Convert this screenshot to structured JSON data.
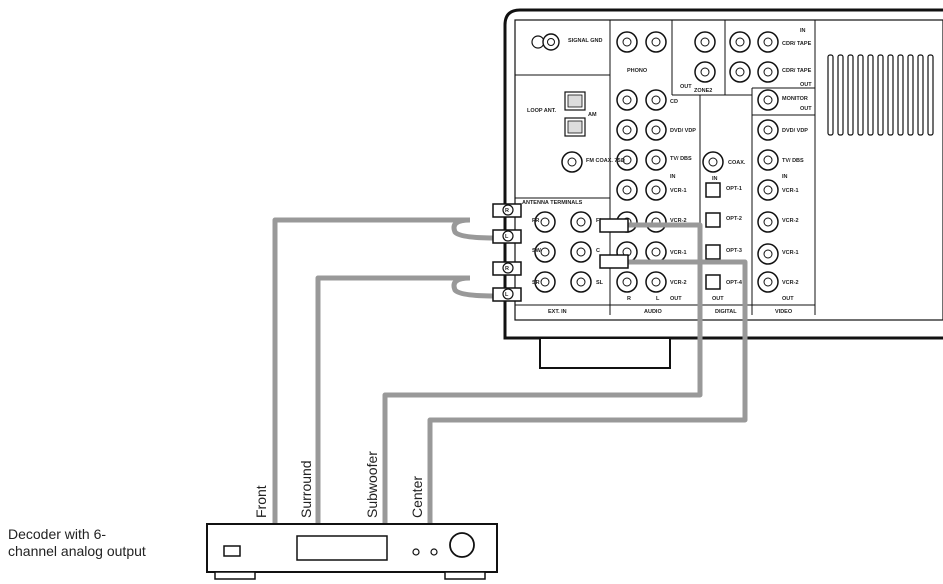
{
  "decoder": {
    "caption_line1": "Decoder with 6-",
    "caption_line2": "channel analog output"
  },
  "cables": {
    "front": "Front",
    "surround": "Surround",
    "subwoofer": "Subwoofer",
    "center": "Center"
  },
  "receiver": {
    "signal_gnd": "SIGNAL GND",
    "phono": "PHONO",
    "zone2": "ZONE2",
    "loop_ant": "LOOP ANT.",
    "am": "AM",
    "fm_coax": "FM COAX. 75Ω",
    "antenna_terminals": "ANTENNA TERMINALS",
    "cd": "CD",
    "dvd_vdp": "DVD/ VDP",
    "tv_dbs": "TV/ DBS",
    "vcr1": "VCR-1",
    "vcr2": "VCR-2",
    "cdr_tape": "CDR/ TAPE",
    "monitor": "MONITOR",
    "coax": "COAX.",
    "opt1": "OPT-1",
    "opt2": "OPT-2",
    "opt3": "OPT-3",
    "opt4": "OPT-4",
    "in": "IN",
    "out": "OUT",
    "ext_in": "EXT. IN",
    "audio": "AUDIO",
    "digital": "DIGITAL",
    "video": "VIDEO",
    "fr": "FR",
    "fl": "FL",
    "sw": "SW",
    "c": "C",
    "sr": "SR",
    "sl": "SL",
    "r": "R",
    "l": "L"
  }
}
